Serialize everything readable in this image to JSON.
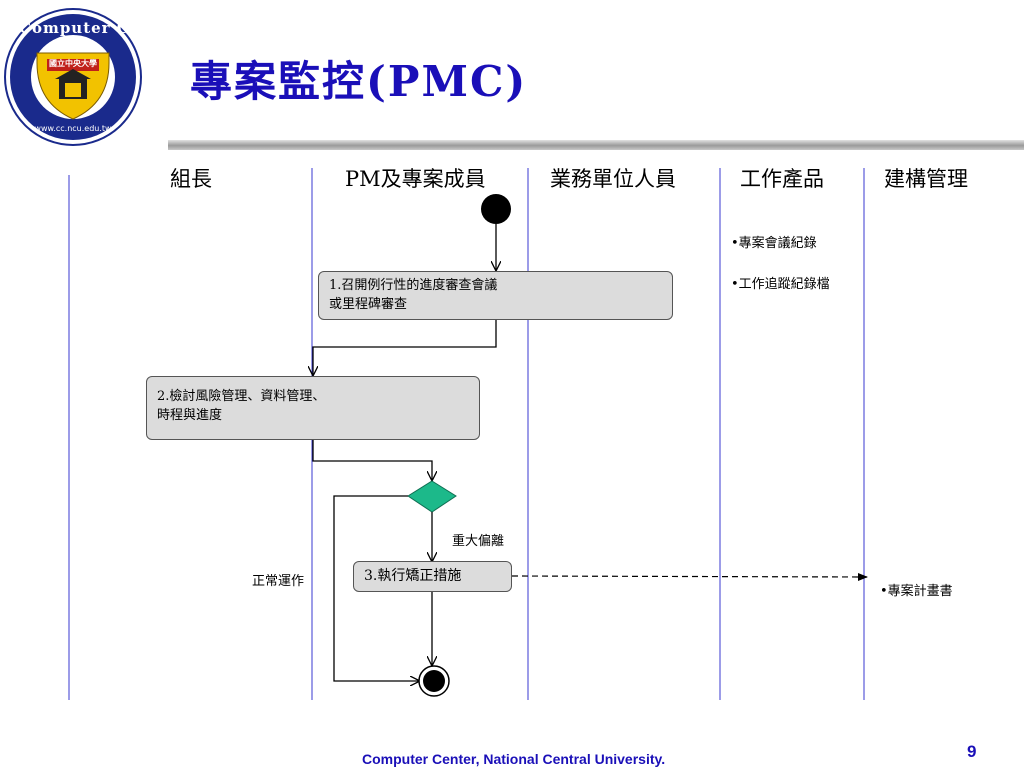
{
  "slide": {
    "title": "專案監控(PMC)",
    "footer": "Computer Center, National Central University.",
    "page_number": "9"
  },
  "logo": {
    "ring_top_text": "Computer Center",
    "ring_bottom_text": "www.cc.ncu.edu.tw",
    "inner_text": "國立中央大學",
    "colors": {
      "ring": "#1a2a8c",
      "inner": "#ffffff",
      "shield": "#f2c200",
      "shield_red": "#c0201a"
    }
  },
  "lanes": [
    "組長",
    "PM及專案成員",
    "業務單位人員",
    "工作產品",
    "建構管理"
  ],
  "activities": {
    "a1": [
      "1.召開例行性的進度審查會議",
      "或里程碑審查"
    ],
    "a2": [
      "2.檢討風險管理、資料管理、",
      "時程與進度"
    ],
    "a3": "3.執行矯正措施"
  },
  "guards": {
    "major_deviation": "重大偏離",
    "normal": "正常運作"
  },
  "work_products": [
    "•專案會議紀錄",
    "•工作追蹤紀錄檔"
  ],
  "config_items": [
    "•專案計畫書"
  ],
  "colors": {
    "title": "#1a0fb8",
    "lane_line": "#3a3ad0",
    "box_fill": "#dcdcdc",
    "decision": "#1cb98a"
  }
}
